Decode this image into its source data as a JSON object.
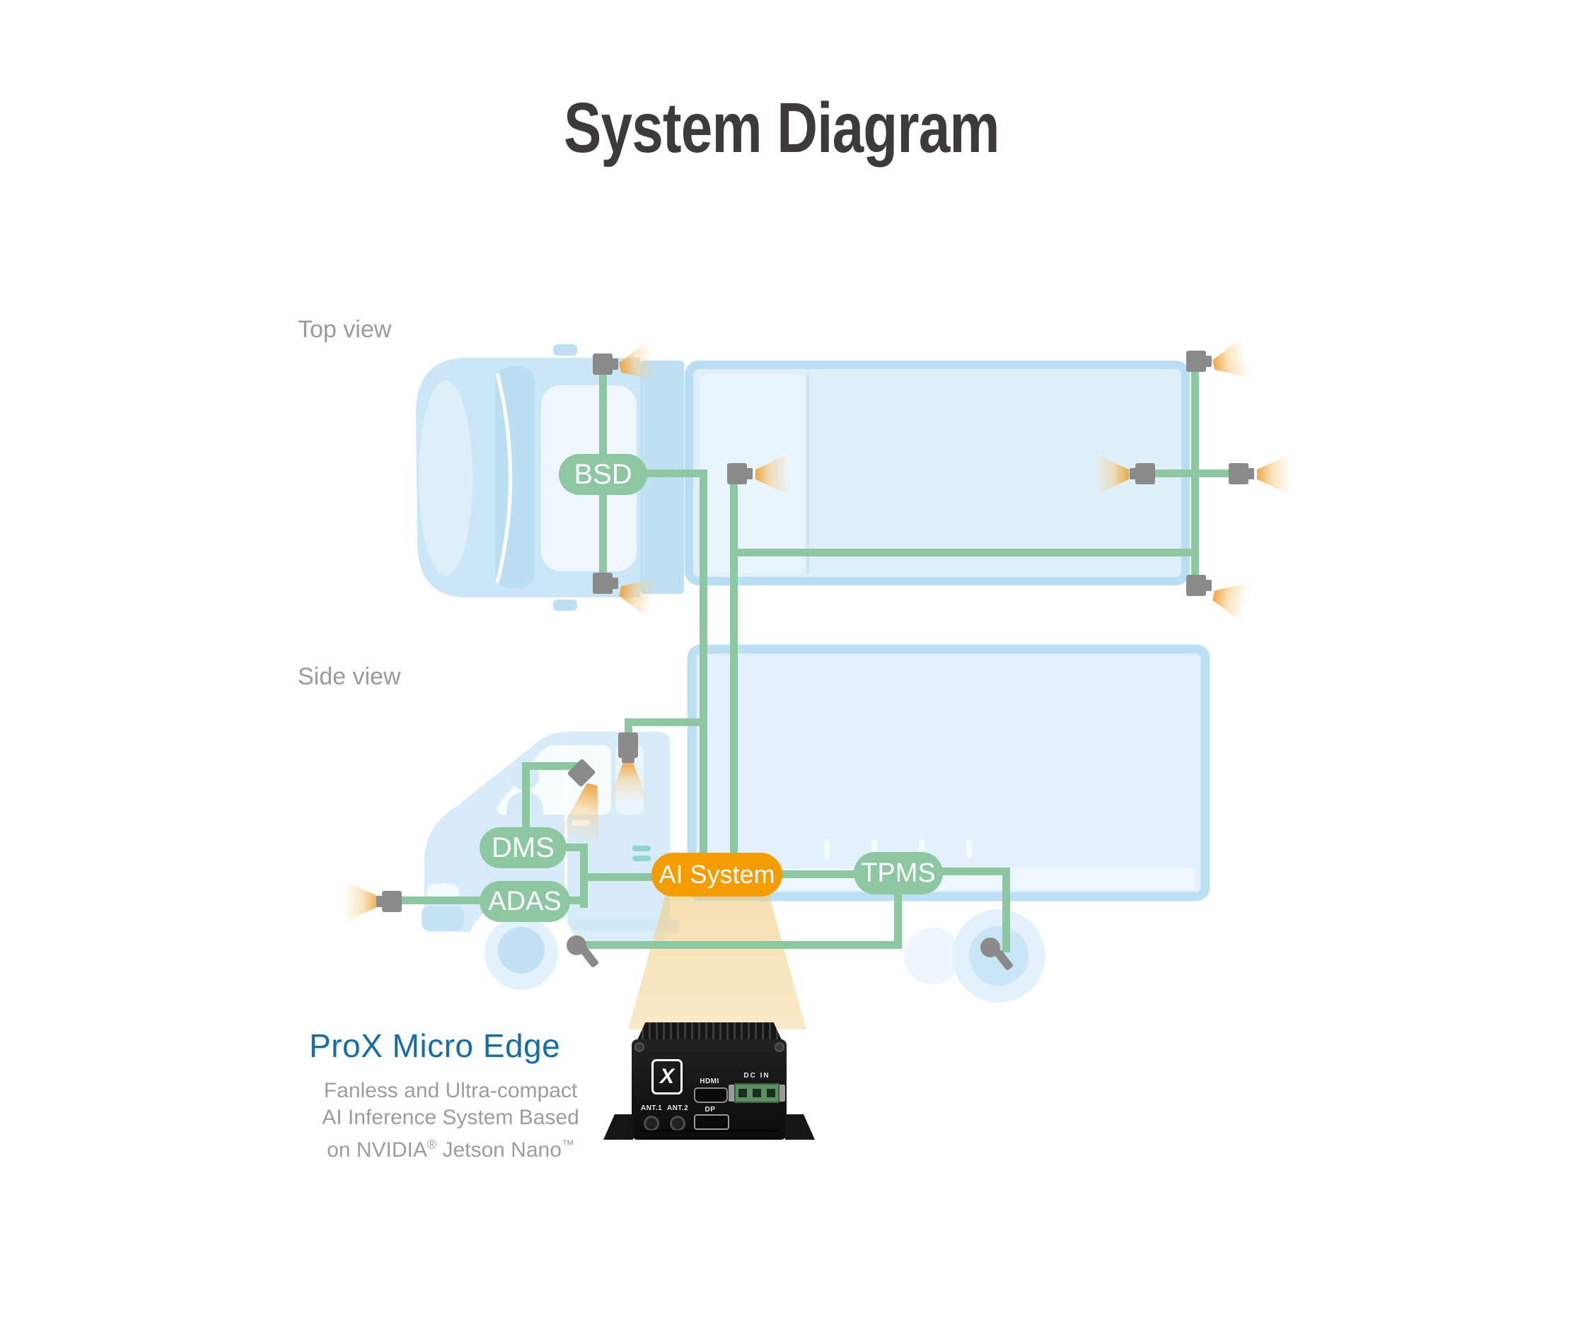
{
  "title": "System Diagram",
  "views": {
    "top": "Top view",
    "side": "Side view"
  },
  "pills": {
    "bsd": "BSD",
    "dms": "DMS",
    "adas": "ADAS",
    "ai": "AI System",
    "tpms": "TPMS"
  },
  "product": {
    "name": "ProX Micro Edge",
    "line1": "Fanless and Ultra-compact",
    "line2": "AI Inference System Based",
    "line3a": "on NVIDIA",
    "line3_reg": "®",
    "line3b": " Jetson Nano",
    "line3_tm": "™"
  },
  "device": {
    "logo": "X",
    "hdmi": "HDMI",
    "dc_in": "DC IN",
    "ant1": "ANT.1",
    "ant2": "ANT.2",
    "dp": "DP"
  },
  "colors": {
    "green": "#8CC7A2",
    "orange": "#F59C00",
    "accent_blue": "#176CA4",
    "title": "#3E3A39",
    "muted": "#9B9B9B"
  }
}
